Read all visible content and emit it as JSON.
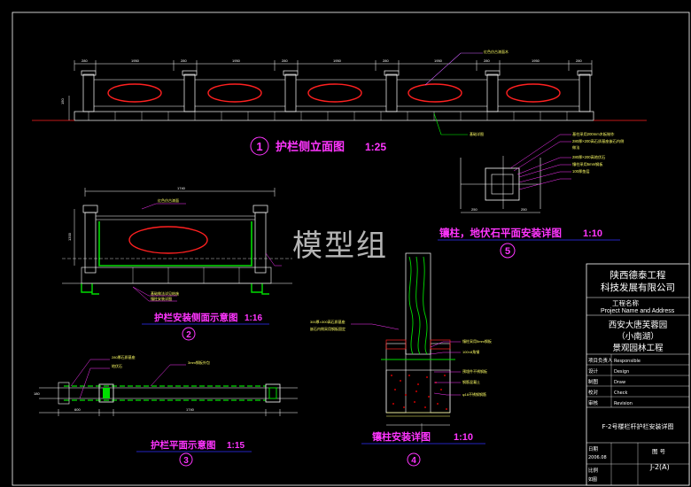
{
  "drawing": {
    "views": [
      {
        "id": "1",
        "number": "1",
        "title": "护栏侧立面图",
        "scale": "1:25"
      },
      {
        "id": "2",
        "number": "2",
        "title": "护栏安装侧面示意图",
        "scale": "1:16"
      },
      {
        "id": "3",
        "number": "3",
        "title": "护栏平面示意图",
        "scale": "1:15"
      },
      {
        "id": "4",
        "number": "4",
        "title": "镶柱安装详图",
        "scale": "1:10"
      },
      {
        "id": "5",
        "number": "5",
        "title": "镶柱，地伏石平面安装详图",
        "scale": "1:10"
      }
    ],
    "watermark": "模型组",
    "colors": {
      "background": "#000000",
      "title": "#ff35ff",
      "line": "#ffffff",
      "annotation": "#ffff66",
      "leader": "#00ff00",
      "ellipse": "#ff2020",
      "cyan": "#00ffff",
      "concrete": "#ff0000",
      "wood": "#00dd00",
      "blue": "#3030ff"
    }
  },
  "title_block": {
    "company_line1": "陕西德泰工程",
    "company_line2": "科技发展有限公司",
    "project_label": "工程名称",
    "project_label_en": "Project Name and Address",
    "project_line1": "西安大唐芙蓉园",
    "project_line2": "（小南湖）",
    "project_line3": "景观园林工程",
    "rows": [
      {
        "label": "项目负责人",
        "value": "Responsible"
      },
      {
        "label": "设计",
        "value": "Design"
      },
      {
        "label": "制图",
        "value": "Draw"
      },
      {
        "label": "校对",
        "value": "Check"
      },
      {
        "label": "审核",
        "value": "Revision"
      }
    ],
    "drawing_name": "F-2号楼栏杆护栏安装详图",
    "date_label": "日期",
    "date_value": "2006.08",
    "number_label": "图 号",
    "number_value": "J-2(A)",
    "scale_label": "比例",
    "scale_value": "如图"
  }
}
